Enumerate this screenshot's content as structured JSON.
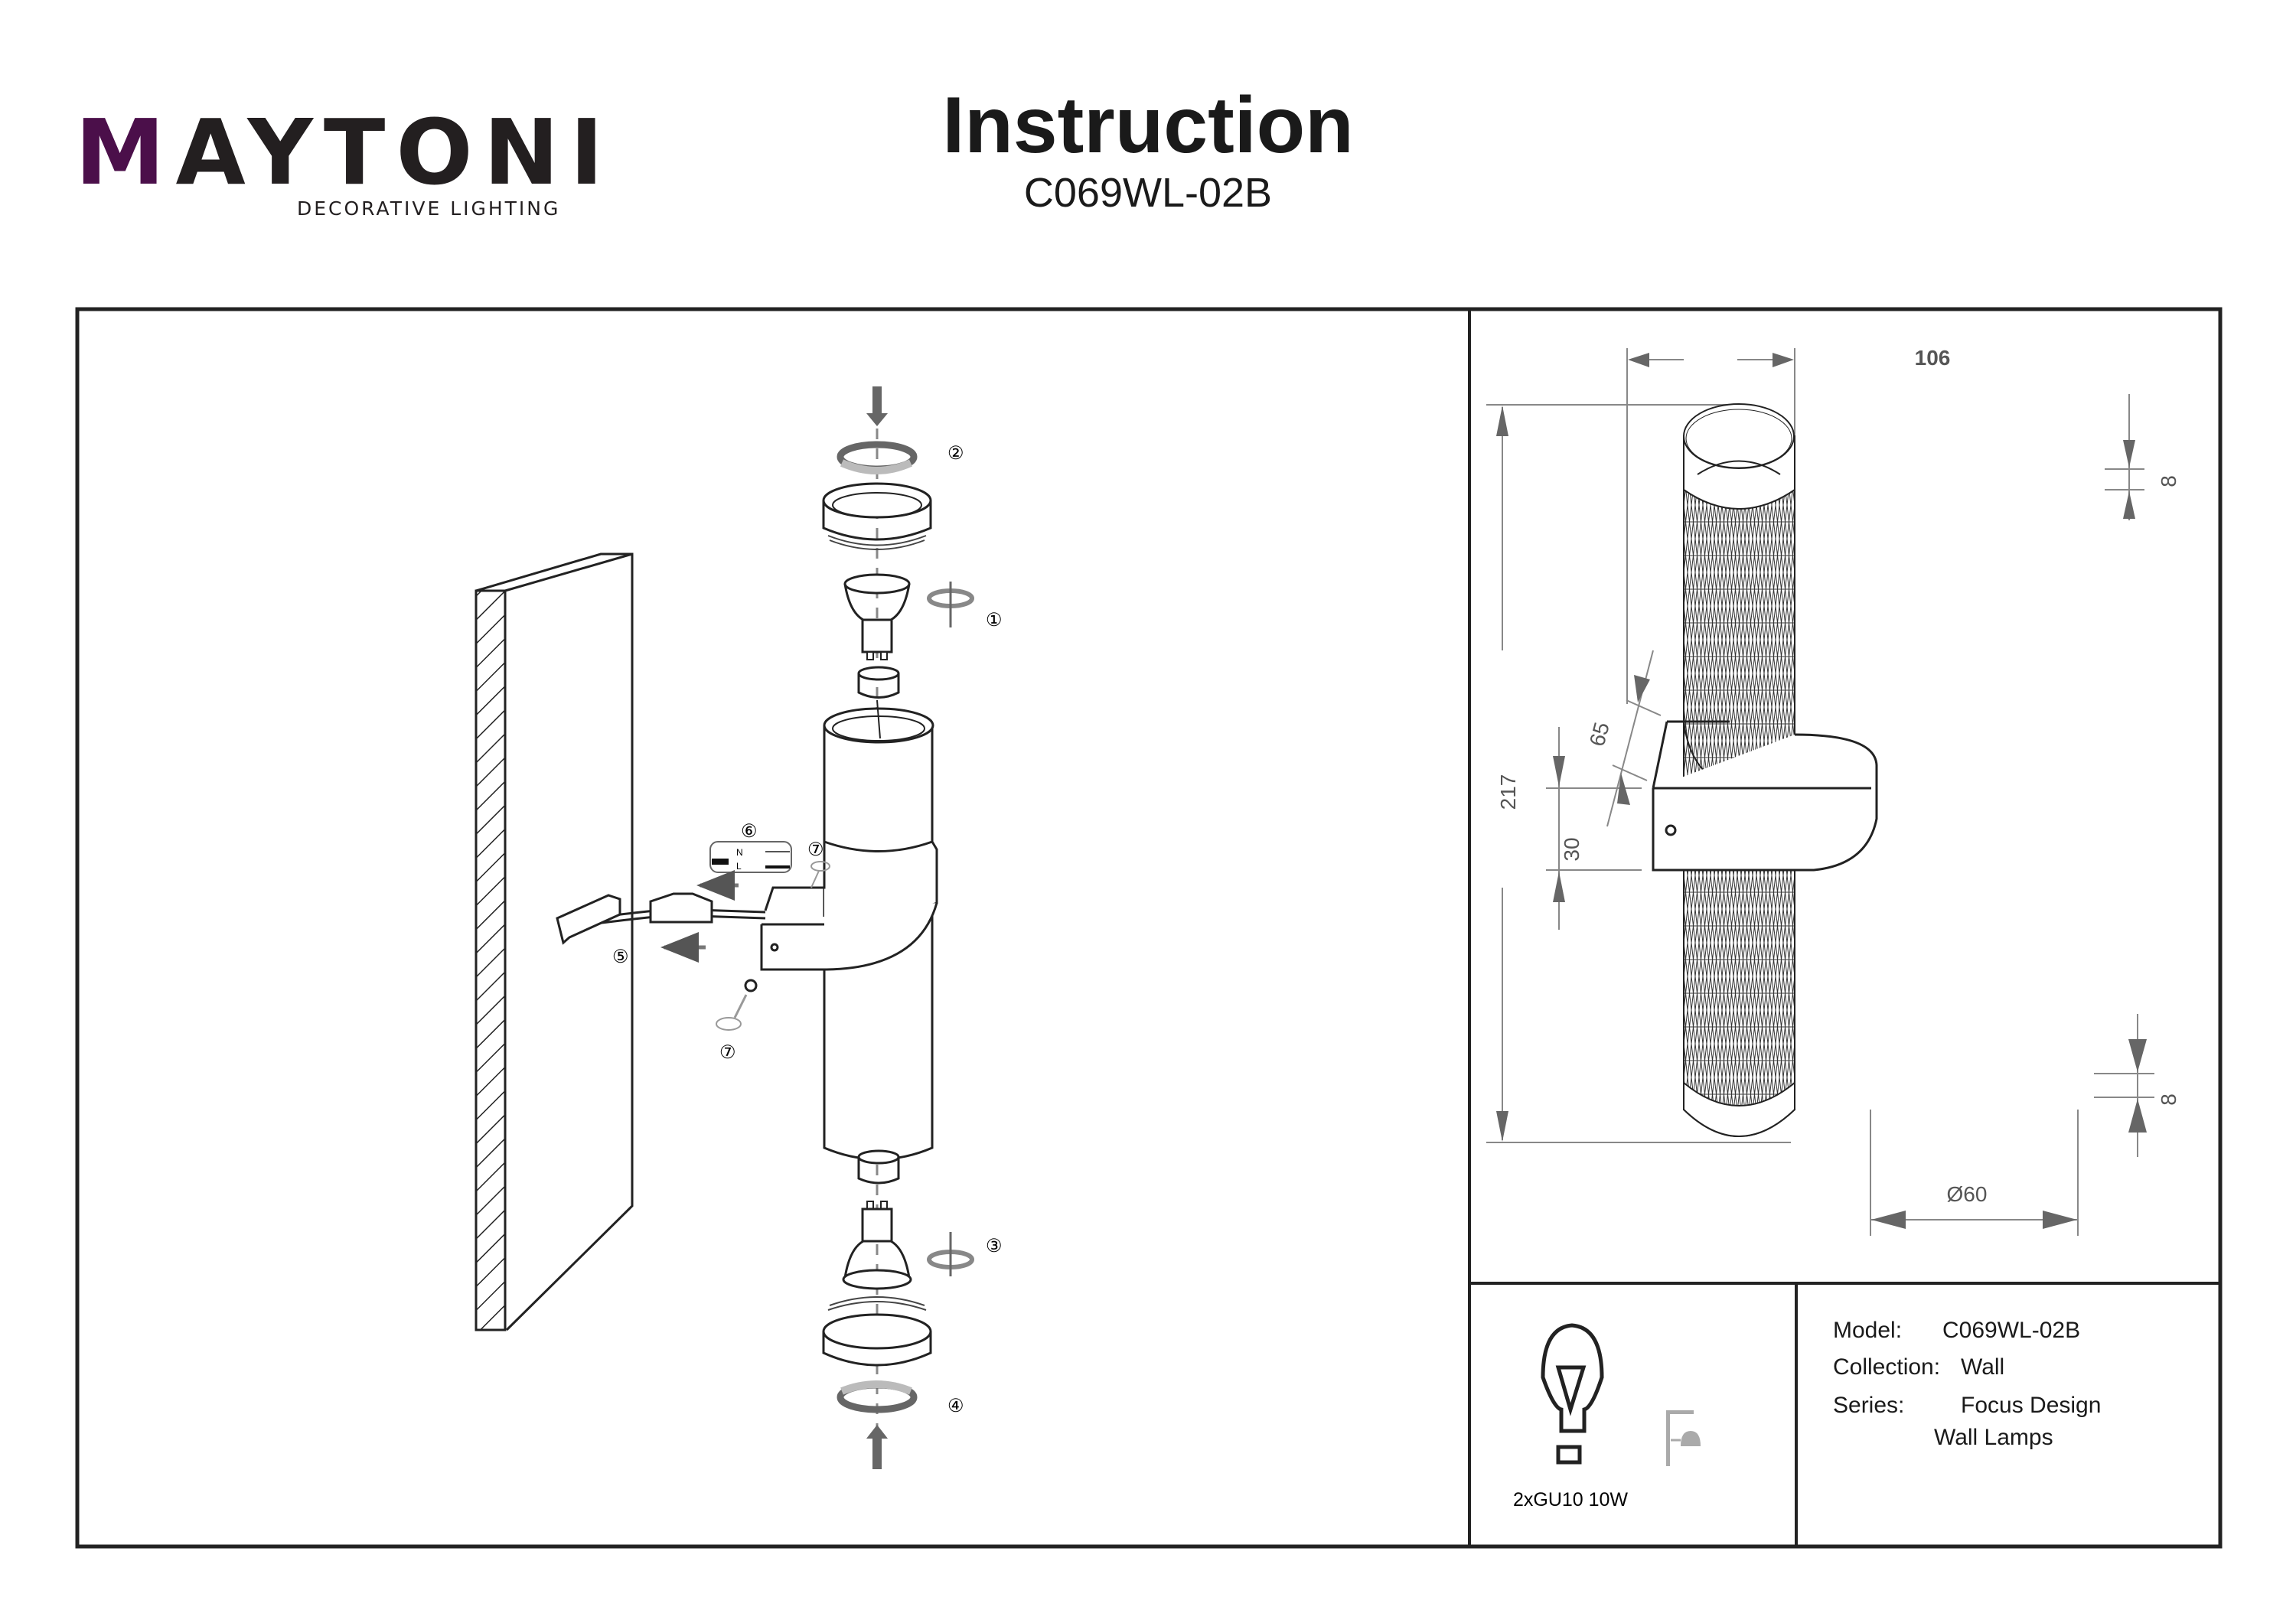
{
  "header": {
    "brand": {
      "name_prefix": "M",
      "name_rest": "AYTONI",
      "tagline": "DECORATIVE LIGHTING",
      "accent_color": "#4b0f4a"
    },
    "title": "Instruction",
    "model_code": "C069WL-02B"
  },
  "assembly": {
    "steps": [
      "①",
      "②",
      "③",
      "④",
      "⑤",
      "⑥",
      "⑦",
      "⑦"
    ],
    "terminal": {
      "neutral": "N",
      "live": "L"
    }
  },
  "dimensions": {
    "width_label": "106",
    "height_label": "217",
    "ring_top_label": "8",
    "ring_bottom_label": "8",
    "bracket_depth_label": "65",
    "bracket_height_label": "30",
    "diameter_label": "Ø60"
  },
  "bulb": {
    "icon": "bulb-icon",
    "spec": "2xGU10 10W"
  },
  "info": {
    "model_label": "Model:",
    "model_value": "C069WL-02B",
    "collection_label": "Collection:",
    "collection_value": "Wall",
    "series_label": "Series:",
    "series_value": "Focus Design",
    "type_icon": "wall-lamp-icon",
    "type_value": "Wall Lamps"
  }
}
